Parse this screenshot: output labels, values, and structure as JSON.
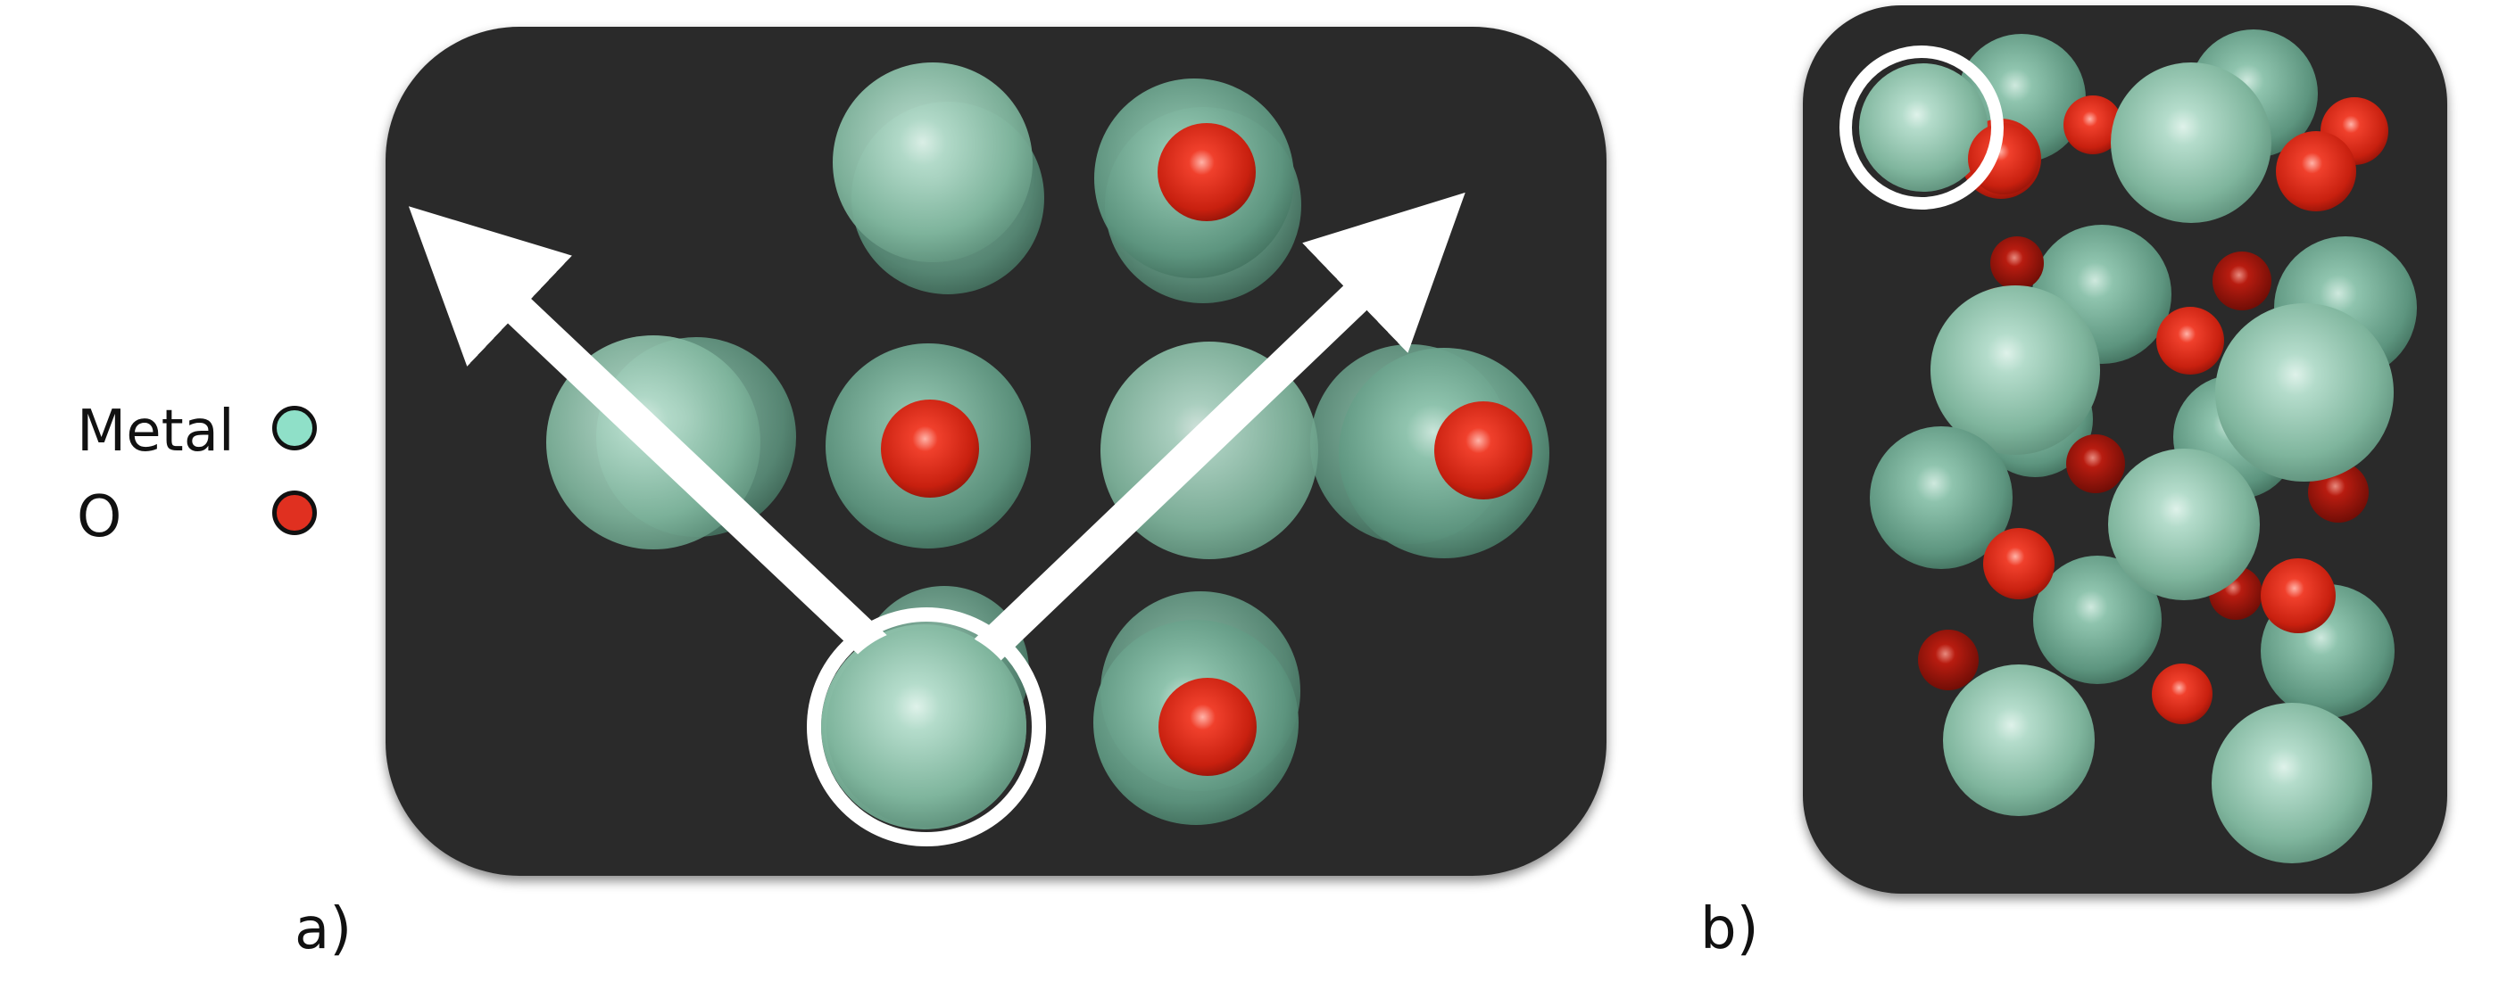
{
  "legend": {
    "items": [
      {
        "label": "Metal",
        "color": "#8fe0c8",
        "icon": "metal-atom-swatch"
      },
      {
        "label": "O",
        "color": "#e03020",
        "icon": "oxygen-atom-swatch"
      }
    ]
  },
  "panels": [
    {
      "id": "a",
      "label": "a)"
    },
    {
      "id": "b",
      "label": "b)"
    }
  ],
  "colors": {
    "panel_bg": "#2b2b2b",
    "metal": "#8fc9b0",
    "oxygen": "#d8281c",
    "annotation": "#ffffff"
  }
}
